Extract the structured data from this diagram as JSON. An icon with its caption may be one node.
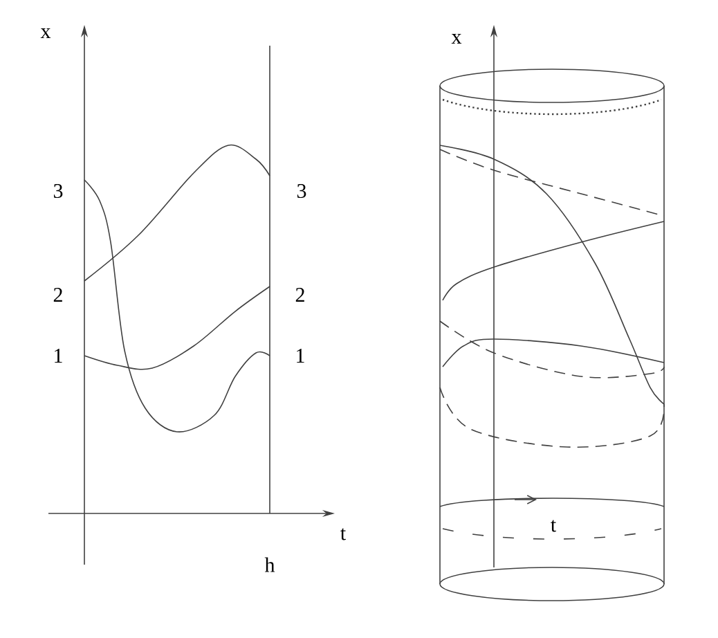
{
  "diagram": {
    "labels": [
      "x",
      "3",
      "3",
      "2",
      "2",
      "1",
      "1",
      "t",
      "h",
      "x",
      "t"
    ]
  }
}
